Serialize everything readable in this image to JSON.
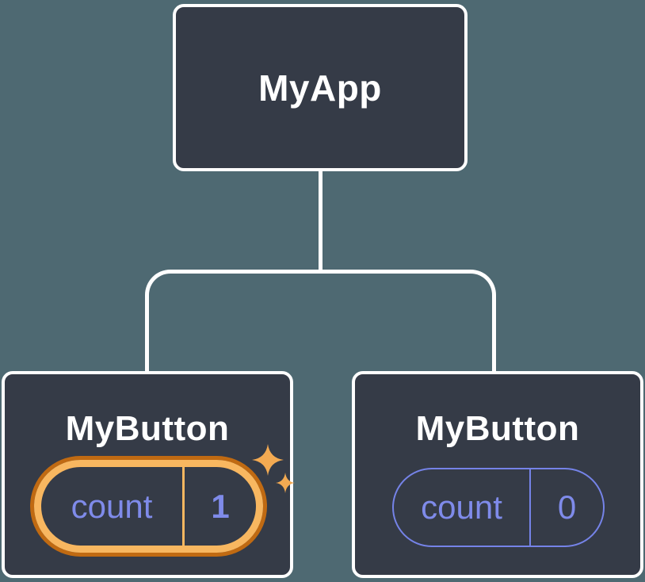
{
  "diagram": {
    "root": {
      "label": "MyApp"
    },
    "children": [
      {
        "label": "MyButton",
        "state": {
          "key": "count",
          "value": "1"
        },
        "highlighted": true
      },
      {
        "label": "MyButton",
        "state": {
          "key": "count",
          "value": "0"
        },
        "highlighted": false
      }
    ]
  },
  "colors": {
    "background": "#4e6972",
    "node_fill": "#353b47",
    "node_border": "#ffffff",
    "connector": "#ffffff",
    "label_text": "#ffffff",
    "state_text": "#7f8bea",
    "state_border": "#7583e8",
    "highlight_gold": "#f8b760",
    "highlight_orange": "#c06a12",
    "sparkle": "#f3aa52"
  }
}
